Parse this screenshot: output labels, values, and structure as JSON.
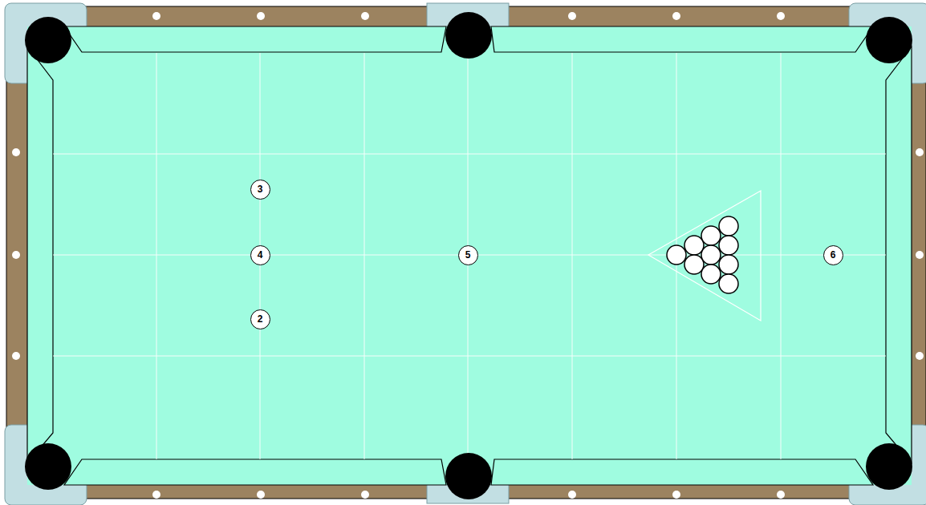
{
  "diagram": {
    "nodes": [
      {
        "text": [
          "3"
        ]
      },
      {
        "text": [
          "4"
        ]
      },
      {
        "text": [
          "5"
        ]
      },
      {
        "text": [
          "6"
        ]
      },
      {
        "text": [
          "2"
        ]
      }
    ],
    "edges": []
  }
}
